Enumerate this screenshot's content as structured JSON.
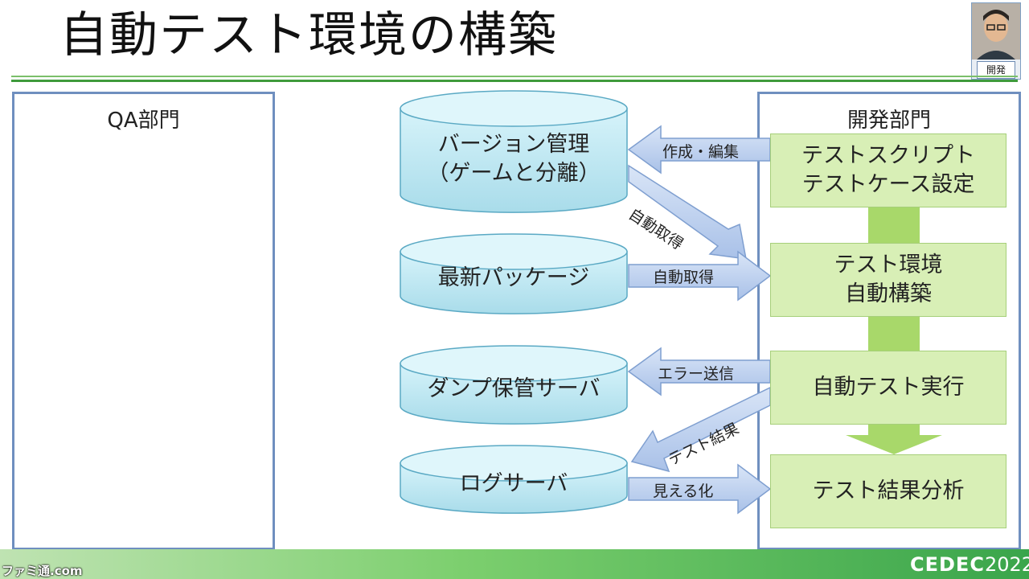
{
  "slide": {
    "title": "自動テスト環境の構築",
    "presenter_caption": "開発"
  },
  "panels": {
    "qa_title": "QA部門",
    "dev_title": "開発部門"
  },
  "storage": {
    "version_control": "バージョン管理\n（ゲームと分離）",
    "latest_package": "最新パッケージ",
    "dump_server": "ダンプ保管サーバ",
    "log_server": "ログサーバ"
  },
  "process": {
    "test_script": "テストスクリプト\nテストケース設定",
    "env_build": "テスト環境\n自動構築",
    "auto_test_run": "自動テスト実行",
    "result_analysis": "テスト結果分析"
  },
  "arrows": {
    "create_edit": "作成・編集",
    "auto_fetch_1": "自動取得",
    "auto_fetch_2": "自動取得",
    "error_send": "エラー送信",
    "test_result": "テスト結果",
    "visualize": "見える化"
  },
  "footer": {
    "watermark": "ファミ通.com",
    "event": "CEDEC",
    "year": "2022"
  },
  "colors": {
    "panel_border": "#6f8fbf",
    "process_fill": "#d8efb6",
    "cylinder_fill": "#c6ecf5",
    "arrow_fill": "#bcd0ee",
    "flow_arrow": "#a8d86a",
    "accent_green": "#3f9a3c"
  }
}
